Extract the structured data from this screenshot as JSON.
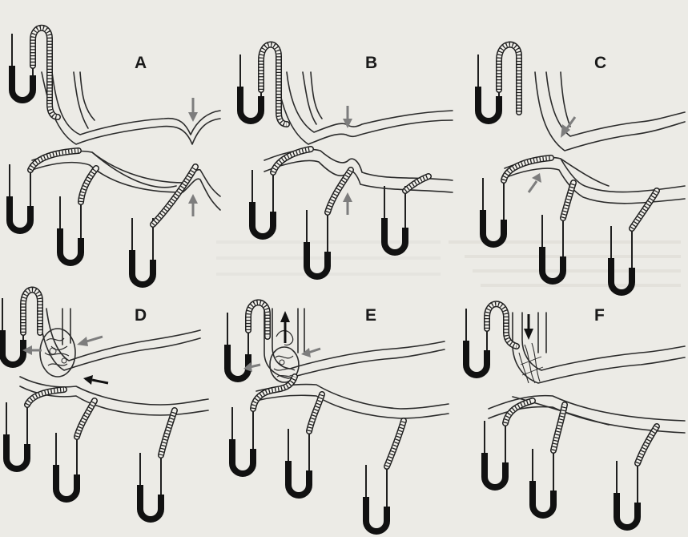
{
  "figure": {
    "panels": [
      {
        "letter": "A"
      },
      {
        "letter": "B"
      },
      {
        "letter": "C"
      },
      {
        "letter": "D"
      },
      {
        "letter": "E"
      },
      {
        "letter": "F"
      }
    ]
  },
  "colors": {
    "background": "#ecebe6",
    "line": "#2b2b2b",
    "mercury": "#111111",
    "grey_arrow": "#7d7d7d",
    "black_arrow": "#111111"
  },
  "icons": {
    "manometer": "u-tube-manometer-icon",
    "catheter": "striped-catheter",
    "grey_arrow": "grey-arrow-icon",
    "black_arrow": "black-arrow-icon"
  }
}
